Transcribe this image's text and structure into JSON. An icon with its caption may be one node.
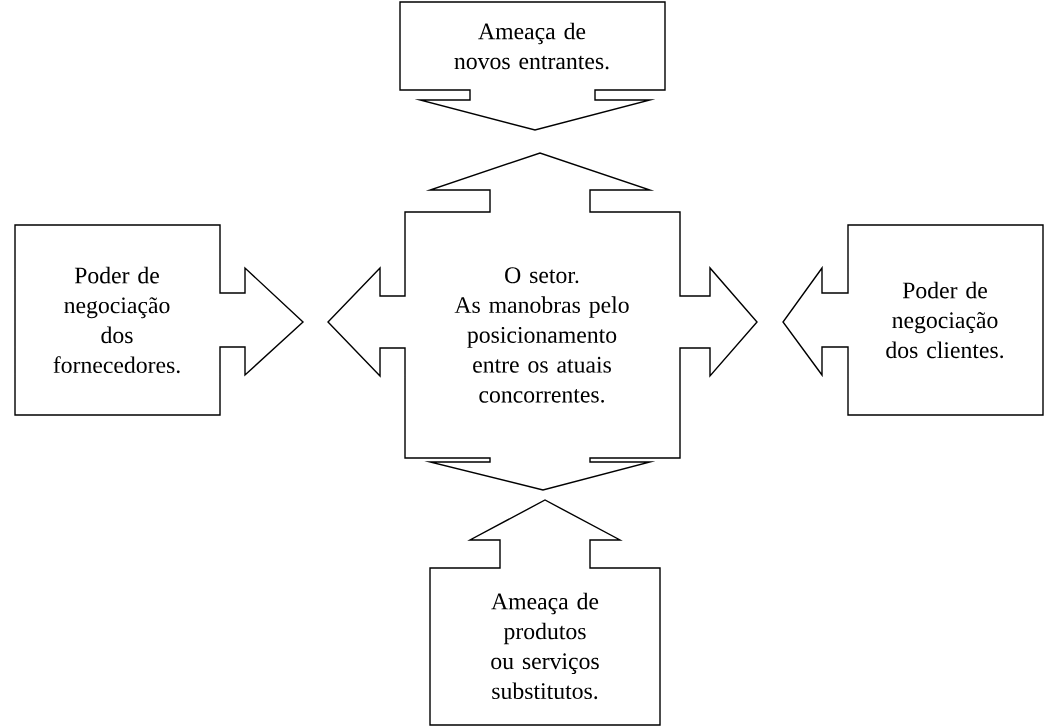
{
  "diagram": {
    "nodes": [
      {
        "text": [
          "Ameaça de novos entrantes."
        ]
      },
      {
        "text": [
          "Poder de negociação dos fornecedores."
        ]
      },
      {
        "text": [
          "O setor.",
          "As manobras pelo posicionamento entre os atuais concorrentes."
        ]
      },
      {
        "text": [
          "Poder de negociação dos clientes."
        ]
      },
      {
        "text": [
          "Ameaça de produtos ou serviços substitutos."
        ]
      }
    ]
  }
}
